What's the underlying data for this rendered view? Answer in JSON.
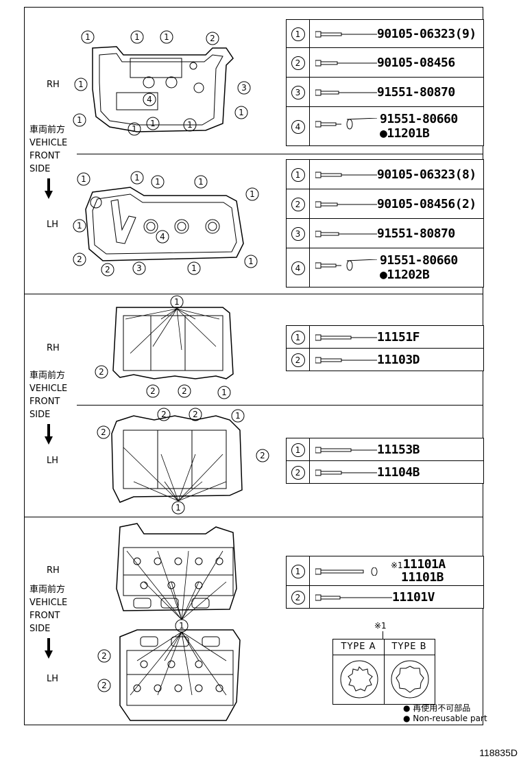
{
  "labels": {
    "rh": "RH",
    "lh": "LH",
    "direction": "車両前方\nVEHICLE\nFRONT\nSIDE"
  },
  "sections": {
    "cover_rh": [
      {
        "idx": "1",
        "part": "90105-06323(9)"
      },
      {
        "idx": "2",
        "part": "90105-08456"
      },
      {
        "idx": "3",
        "part": "91551-80870"
      },
      {
        "idx": "4",
        "part": "91551-80660",
        "extra": "●11201B"
      }
    ],
    "cover_lh": [
      {
        "idx": "1",
        "part": "90105-06323(8)"
      },
      {
        "idx": "2",
        "part": "90105-08456(2)"
      },
      {
        "idx": "3",
        "part": "91551-80870"
      },
      {
        "idx": "4",
        "part": "91551-80660",
        "extra": "●11202B"
      }
    ],
    "case_rh": [
      {
        "idx": "1",
        "part": "11151F"
      },
      {
        "idx": "2",
        "part": "11103D"
      }
    ],
    "case_lh": [
      {
        "idx": "1",
        "part": "11153B"
      },
      {
        "idx": "2",
        "part": "11104B"
      }
    ],
    "head": [
      {
        "idx": "1",
        "mark": "※1",
        "part": "11101A",
        "part2": "11101B"
      },
      {
        "idx": "2",
        "part": "11101V"
      }
    ]
  },
  "types": {
    "mark": "※1",
    "type_a": "TYPE A",
    "type_b": "TYPE B"
  },
  "legend": {
    "jp": "● 再使用不可部品",
    "en": "● Non-reusable part"
  },
  "footer_code": "118835D",
  "callout_numbers": [
    "1",
    "2",
    "3",
    "4"
  ]
}
